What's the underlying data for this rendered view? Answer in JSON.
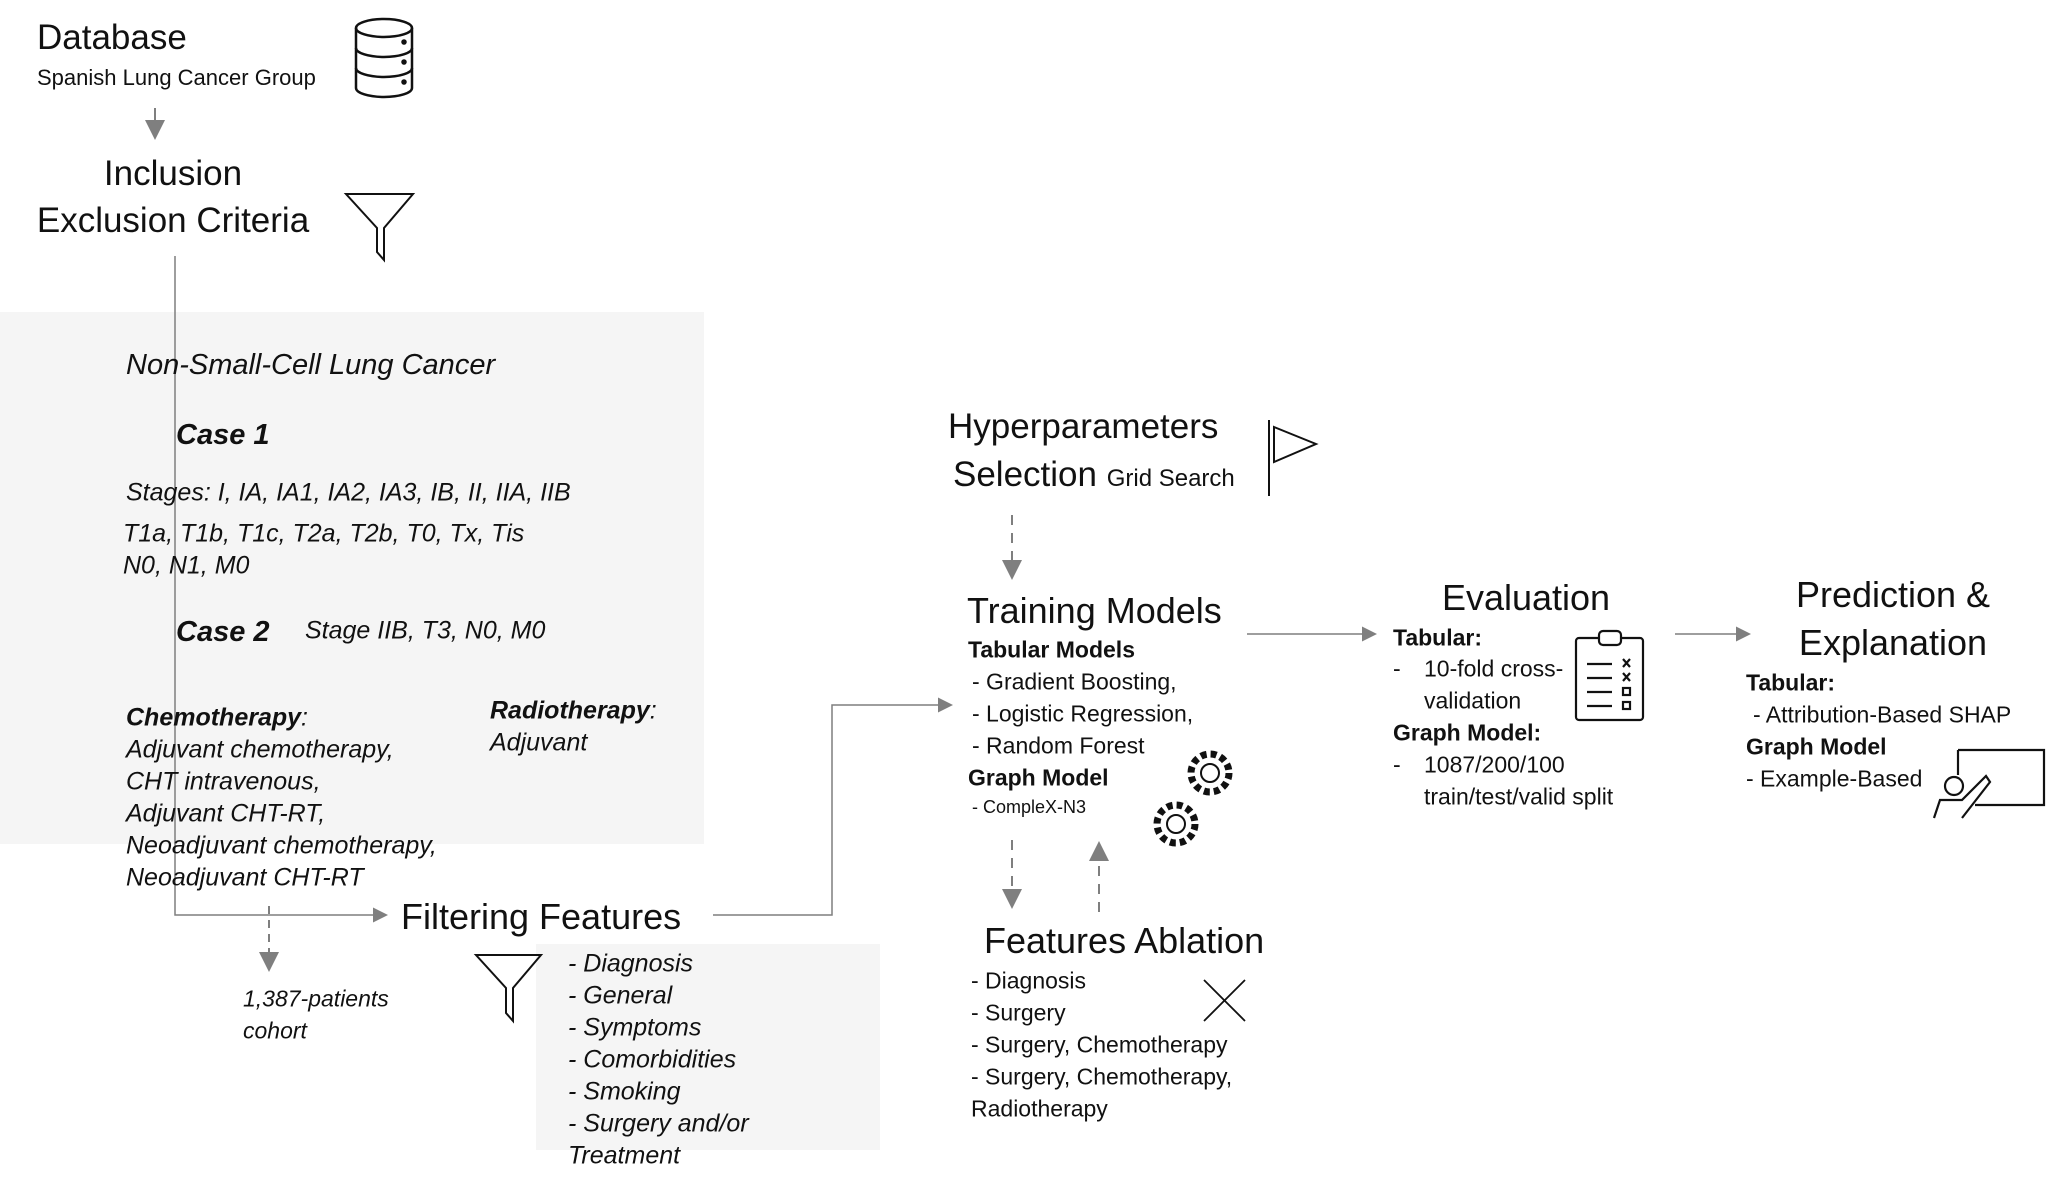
{
  "database": {
    "title": "Database",
    "subtitle": "Spanish Lung Cancer Group"
  },
  "inclusion": {
    "line1": "Inclusion",
    "line2": "Exclusion Criteria"
  },
  "criteria": {
    "heading": "Non-Small-Cell Lung Cancer",
    "case1": {
      "label": "Case 1",
      "stages": "Stages: I, IA, IA1, IA2, IA3, IB, II, IIA, IIB",
      "t": "T1a, T1b, T1c, T2a, T2b, T0, Tx, Tis",
      "nm": "N0, N1, M0"
    },
    "case2": {
      "label": "Case 2",
      "detail": "Stage IIB, T3, N0, M0"
    },
    "chemo": {
      "label": "Chemotherapy",
      "colon": ":",
      "items": [
        "Adjuvant chemotherapy,",
        "CHT intravenous,",
        "Adjuvant CHT-RT,",
        "Neoadjuvant chemotherapy,",
        "Neoadjuvant CHT-RT"
      ]
    },
    "radio": {
      "label": "Radiotherapy",
      "colon": ":",
      "value": "Adjuvant"
    }
  },
  "cohort": {
    "line1": "1,387-patients",
    "line2": "cohort"
  },
  "filtering": {
    "title": "Filtering Features",
    "items": [
      "- Diagnosis",
      "- General",
      "- Symptoms",
      "- Comorbidities",
      "- Smoking",
      "- Surgery and/or",
      "Treatment"
    ]
  },
  "hyper": {
    "line1": "Hyperparameters",
    "line2": "Selection",
    "sub": "Grid Search"
  },
  "training": {
    "title": "Training Models",
    "tabular_label": "Tabular Models",
    "tabular_items": [
      "- Gradient Boosting,",
      "- Logistic Regression,",
      "- Random Forest"
    ],
    "graph_label": "Graph Model",
    "graph_item": "- CompleX-N3"
  },
  "ablation": {
    "title": "Features Ablation",
    "items": [
      "- Diagnosis",
      "- Surgery",
      "- Surgery, Chemotherapy",
      "- Surgery, Chemotherapy,",
      "Radiotherapy"
    ]
  },
  "evaluation": {
    "title": "Evaluation",
    "tabular_label": "Tabular:",
    "tabular_dash": "-",
    "tabular_l1": "10-fold cross-",
    "tabular_l2": "validation",
    "graph_label": "Graph Model:",
    "graph_dash": "-",
    "graph_l1": "1087/200/100",
    "graph_l2": "train/test/valid split"
  },
  "prediction": {
    "line1": "Prediction &",
    "line2": "Explanation",
    "tabular_label": "Tabular:",
    "tabular_item": "- Attribution-Based SHAP",
    "graph_label": "Graph Model",
    "graph_item": "- Example-Based"
  },
  "colors": {
    "arrow": "#7f7f7f",
    "panel": "#f5f5f5"
  }
}
